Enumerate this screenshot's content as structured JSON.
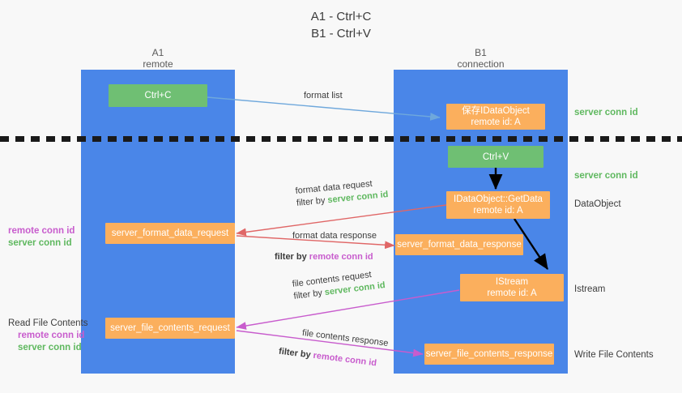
{
  "title": {
    "line1": "A1 - Ctrl+C",
    "line2": "B1 - Ctrl+V"
  },
  "lanes": [
    {
      "name": "A1",
      "sub": "remote"
    },
    {
      "name": "B1",
      "sub": "connection"
    }
  ],
  "boxes": {
    "ctrl_c": "Ctrl+C",
    "ctrl_v": "Ctrl+V",
    "save_dataobject_l1": "保存IDataObject",
    "save_dataobject_l2": "remote id: A",
    "getdata_l1": "IDataObject::GetData",
    "getdata_l2": "remote id: A",
    "istream_l1": "IStream",
    "istream_l2": "remote id: A",
    "server_format_data_request": "server_format_data_request",
    "server_format_data_response": "server_format_data_response",
    "server_file_contents_request": "server_file_contents_request",
    "server_file_contents_response": "server_file_contents_response"
  },
  "edge_labels": {
    "format_list": "format list",
    "format_data_request": "format data request",
    "format_data_request_filter_pre": "filter by ",
    "format_data_request_filter_key": "server conn id",
    "format_data_response": "format data response",
    "format_data_response_filter_pre": "filter by ",
    "format_data_response_filter_key": "remote conn id",
    "file_contents_request": "file contents request",
    "file_contents_request_filter_pre": "filter by ",
    "file_contents_request_filter_key": "server conn id",
    "file_contents_response": "file contents response",
    "file_contents_response_filter_pre": "filter by ",
    "file_contents_response_filter_key": "remote conn id"
  },
  "right_labels": {
    "server_conn_id_top": "server conn id",
    "server_conn_id_mid": "server conn id",
    "dataobject": "DataObject",
    "istream": "Istream",
    "write_file_contents": "Write File Contents"
  },
  "left_labels": {
    "remote_conn_id_1": "remote conn id",
    "server_conn_id_1": "server conn id",
    "read_file_contents": "Read File Contents",
    "remote_conn_id_2": "remote conn id",
    "server_conn_id_2": "server conn id"
  },
  "colors": {
    "lane": "#4a86e8",
    "green_box": "#6fbf73",
    "orange_box": "#fbaf5d",
    "blue_arrow": "#6fa8dc",
    "red_arrow": "#e06666",
    "magenta_arrow": "#c85ccd",
    "black_arrow": "#000000",
    "green_text": "#5fb85f",
    "purple_text": "#c85ccd",
    "background": "#f8f8f8"
  }
}
